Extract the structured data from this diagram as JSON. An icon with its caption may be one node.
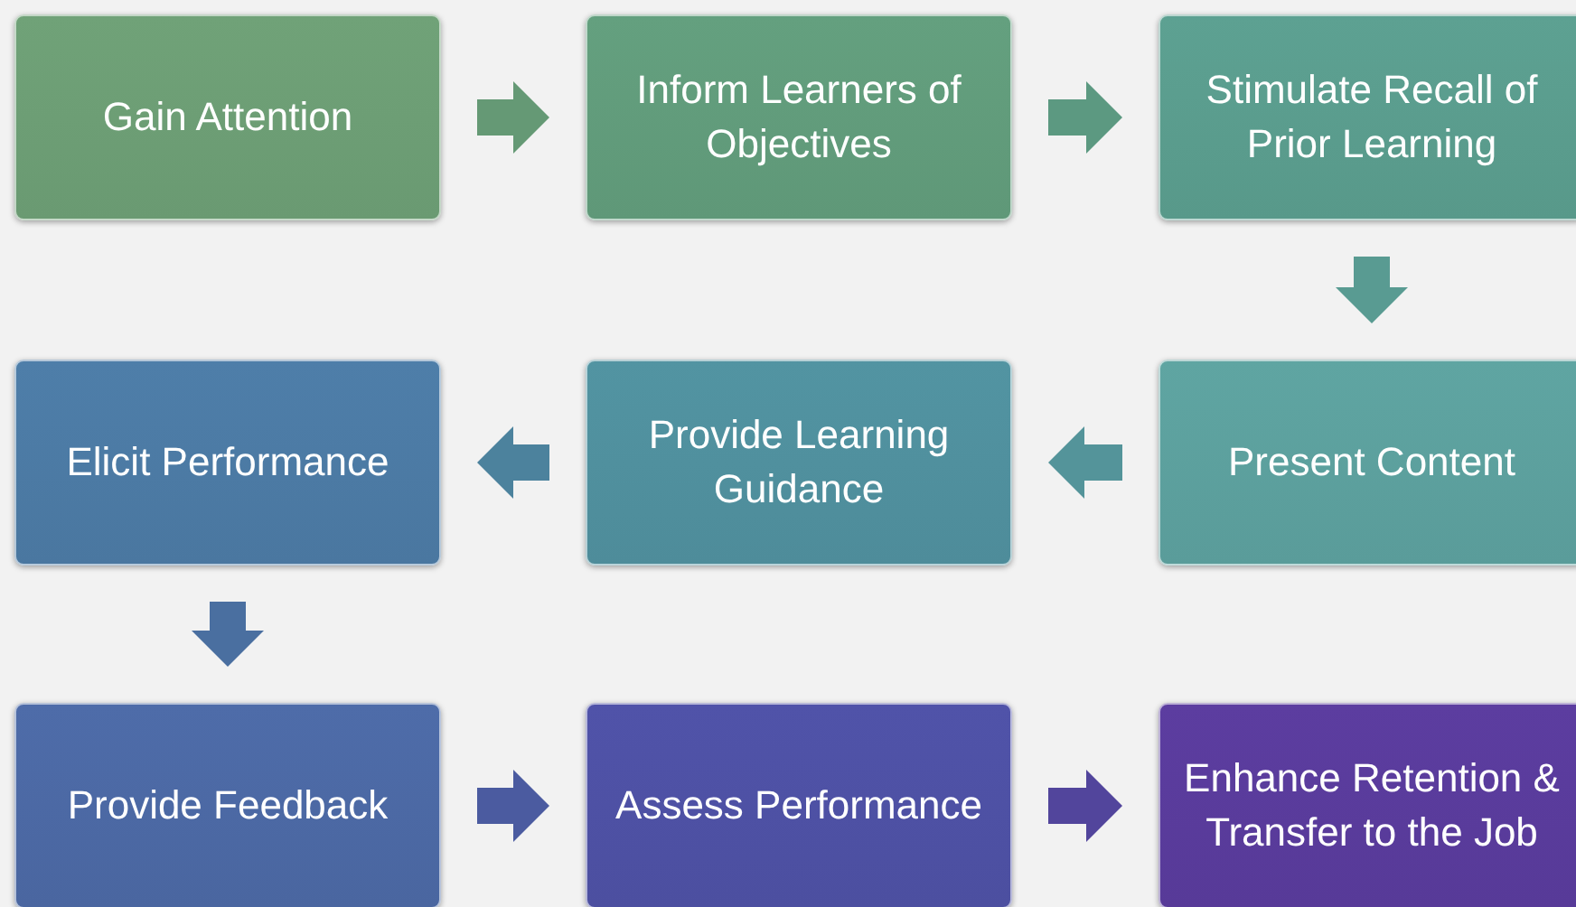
{
  "diagram": {
    "nodes": [
      {
        "text": [
          "Gain Attention"
        ]
      },
      {
        "text": [
          "Inform Learners of Objectives"
        ]
      },
      {
        "text": [
          "Stimulate Recall of Prior Learning"
        ]
      },
      {
        "text": [
          "Present Content"
        ]
      },
      {
        "text": [
          "Provide Learning Guidance"
        ]
      },
      {
        "text": [
          "Elicit Performance"
        ]
      },
      {
        "text": [
          "Provide Feedback"
        ]
      },
      {
        "text": [
          "Assess Performance"
        ]
      },
      {
        "text": [
          "Enhance Retention & Transfer to the Job"
        ]
      }
    ],
    "edges": [
      {
        "from": 0,
        "to": 1,
        "arrow": "to"
      },
      {
        "from": 1,
        "to": 2,
        "arrow": "to"
      },
      {
        "from": 2,
        "to": 3,
        "arrow": "to"
      },
      {
        "from": 3,
        "to": 4,
        "arrow": "to"
      },
      {
        "from": 4,
        "to": 5,
        "arrow": "to"
      },
      {
        "from": 5,
        "to": 6,
        "arrow": "to"
      },
      {
        "from": 6,
        "to": 7,
        "arrow": "to"
      },
      {
        "from": 7,
        "to": 8,
        "arrow": "to"
      }
    ]
  }
}
